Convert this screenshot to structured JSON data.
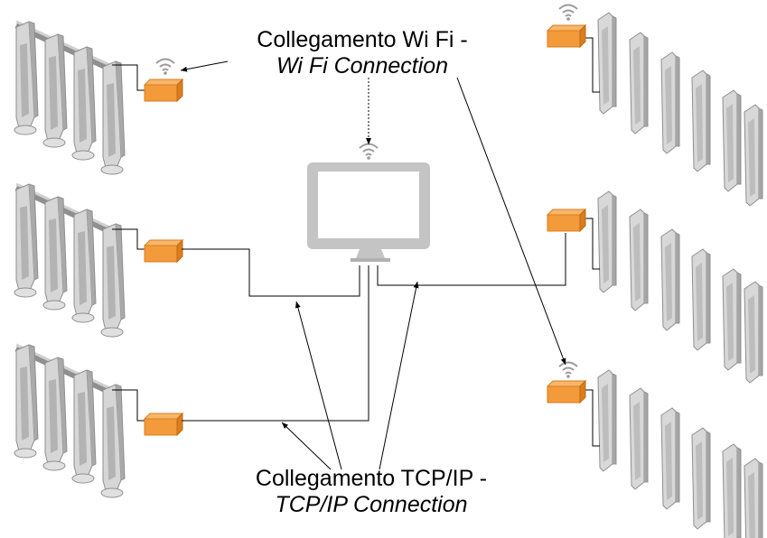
{
  "labels": {
    "wifi": {
      "line1": "Collegamento Wi Fi -",
      "line2": "Wi Fi Connection"
    },
    "tcp": {
      "line1": "Collegamento TCP/IP -",
      "line2": "TCP/IP Connection"
    }
  },
  "colors": {
    "reader_box": "#f39a3a",
    "reader_box_dark": "#d97e1e",
    "antenna": "#c9c9c9",
    "antenna_dark": "#8f8f8f",
    "monitor": "#c4c4c4",
    "wire": "#000000",
    "wifi_symbol": "#9a9a9a"
  },
  "icons": {
    "monitor": "monitor-icon",
    "reader": "reader-box-icon",
    "wifi": "wifi-icon",
    "antenna": "antenna-gate-icon"
  }
}
